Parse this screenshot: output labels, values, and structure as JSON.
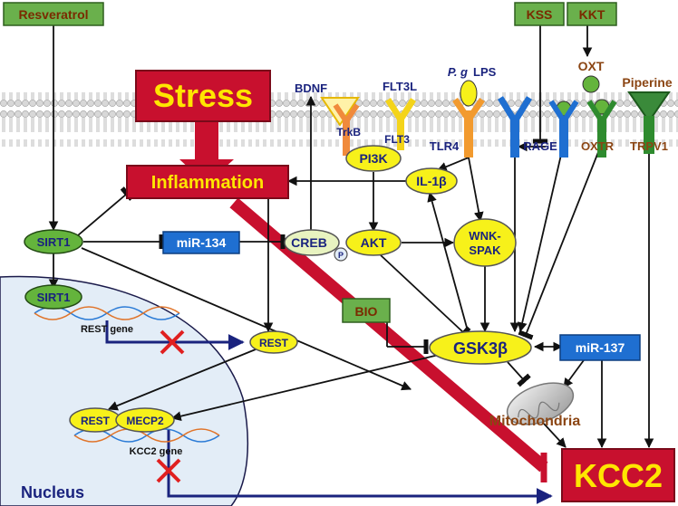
{
  "boxes": {
    "resveratrol": "Resveratrol",
    "kss": "KSS",
    "kkt": "KKT",
    "stress": "Stress",
    "inflammation": "Inflammation",
    "mir134": "miR-134",
    "bio": "BIO",
    "mir137": "miR-137",
    "kcc2": "KCC2"
  },
  "nodes": {
    "sirt1_cyto": "SIRT1",
    "sirt1_nuc": "SIRT1",
    "pi3k": "PI3K",
    "il1b": "IL-1β",
    "creb": "CREB",
    "p": "P",
    "akt": "AKT",
    "wnk_line1": "WNK-",
    "wnk_line2": "SPAK",
    "gsk3b": "GSK3β",
    "rest_cyto": "REST",
    "rest_nuc": "REST",
    "mecp2": "MECP2"
  },
  "labels": {
    "bdnf": "BDNF",
    "flt3l": "FLT3L",
    "pg": "P. g",
    "lps": "LPS",
    "oxt": "OXT",
    "piperine": "Piperine",
    "trkb": "TrkB",
    "flt3": "FLT3",
    "tlr4": "TLR4",
    "rage": "RAGE",
    "oxtr": "OXTR",
    "trpv1": "TRPV1",
    "rest_gene": "REST gene",
    "kcc2_gene": "KCC2 gene",
    "mitochondria": "Mitochondria",
    "nucleus": "Nucleus"
  },
  "colors": {
    "green_box": "#6ab04c",
    "green_text": "#7a2a00",
    "blue_box": "#1f6fd1",
    "red_box": "#c8102e",
    "yellow_text": "#ffe600",
    "yellow_oval": "#f7f11a",
    "green_oval": "#64b43c",
    "navy": "#1a237e",
    "brown": "#8b4513",
    "nucleus_fill": "#e3edf7"
  }
}
